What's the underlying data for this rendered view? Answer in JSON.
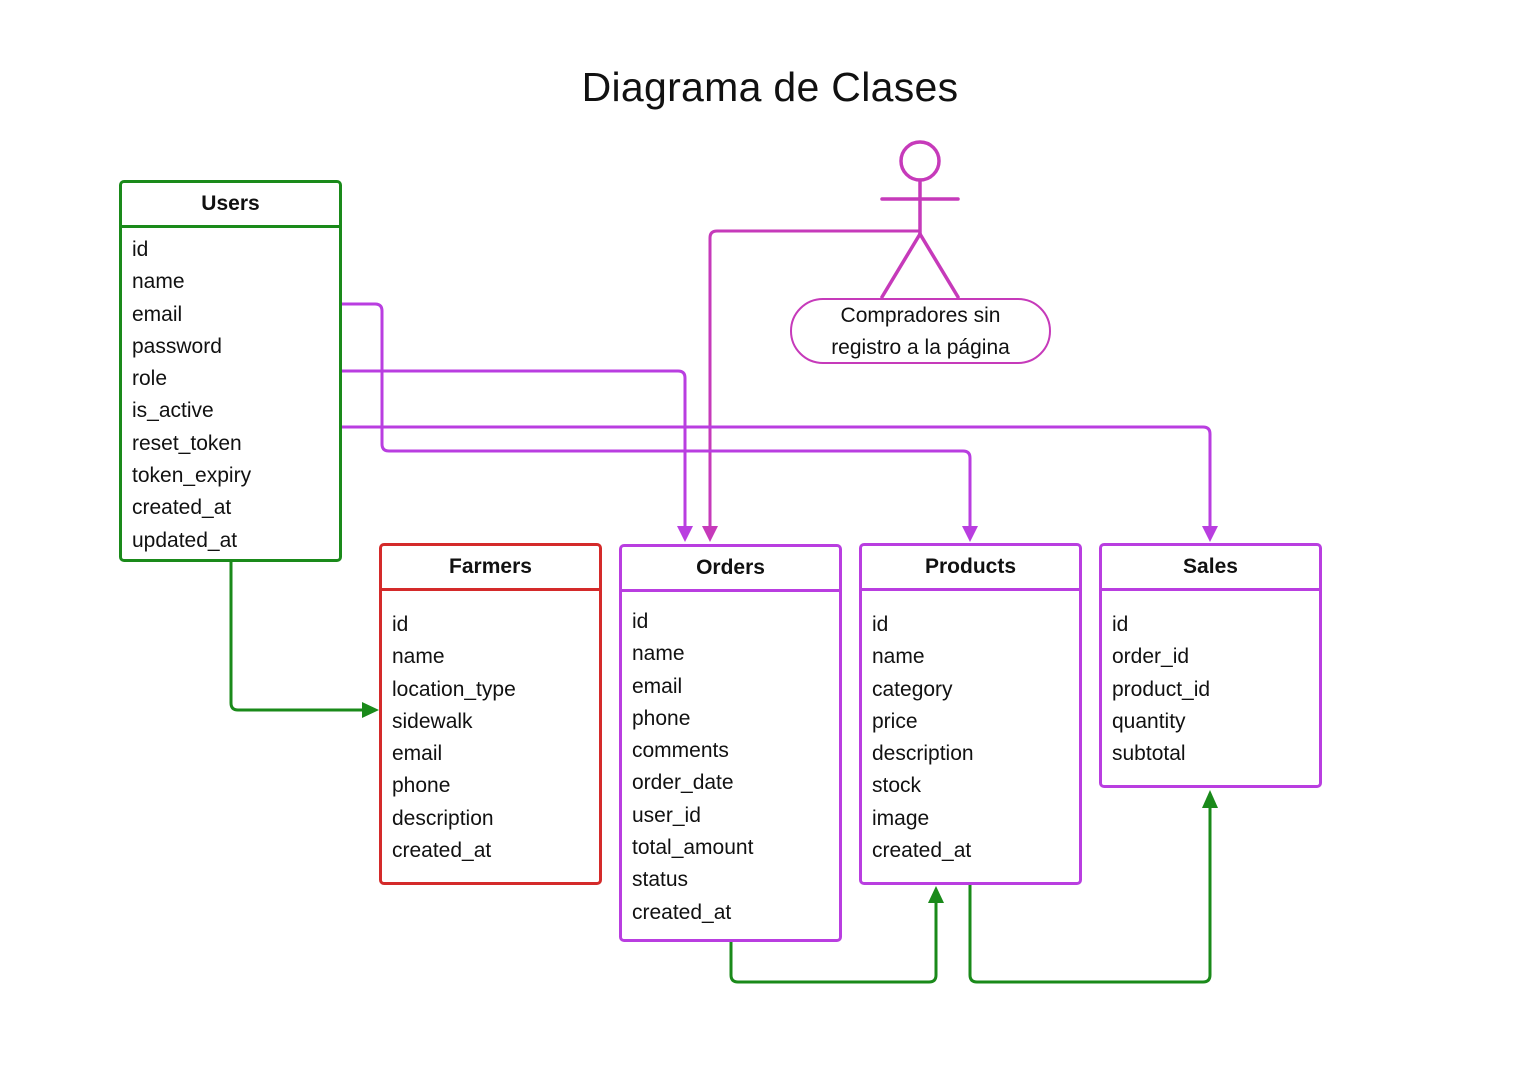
{
  "title": "Diagrama de Clases",
  "actor": {
    "label_line1": "Compradores sin",
    "label_line2": "registro a la página",
    "color": "#c63aba"
  },
  "colors": {
    "green": "#1a8a1a",
    "red": "#d42a2a",
    "purple": "#b93ee0",
    "magenta": "#c63aba"
  },
  "classes": {
    "users": {
      "name": "Users",
      "fields": [
        "id",
        "name",
        "email",
        "password",
        "role",
        "is_active",
        "reset_token",
        "token_expiry",
        "created_at",
        "updated_at"
      ]
    },
    "farmers": {
      "name": "Farmers",
      "fields": [
        "id",
        "name",
        "location_type",
        "sidewalk",
        "email",
        "phone",
        "description",
        "created_at"
      ]
    },
    "orders": {
      "name": "Orders",
      "fields": [
        "id",
        "name",
        "email",
        "phone",
        "comments",
        "order_date",
        "user_id",
        "total_amount",
        "status",
        "created_at"
      ]
    },
    "products": {
      "name": "Products",
      "fields": [
        "id",
        "name",
        "category",
        "price",
        "description",
        "stock",
        "image",
        "created_at"
      ]
    },
    "sales": {
      "name": "Sales",
      "fields": [
        "id",
        "order_id",
        "product_id",
        "quantity",
        "subtotal"
      ]
    }
  }
}
